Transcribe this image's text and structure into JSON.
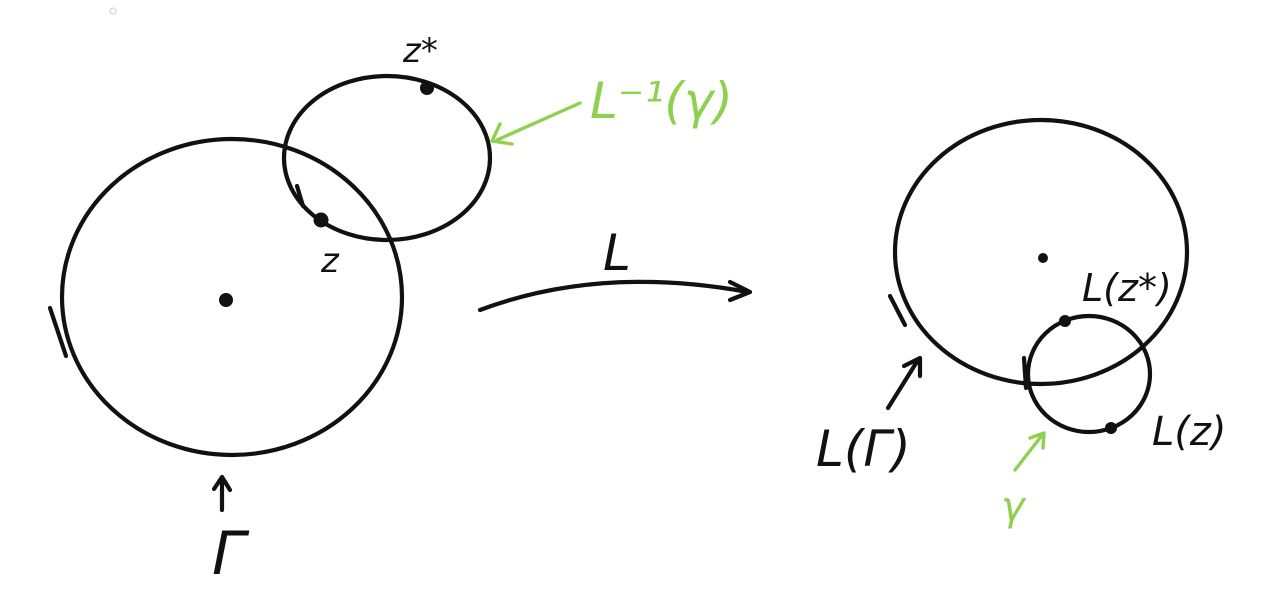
{
  "labels": {
    "z_star": "z*",
    "z": "z",
    "L_inv_gamma": "L⁻¹(γ)",
    "map_L": "L",
    "Gamma": "Γ",
    "L_Gamma": "L(Γ)",
    "L_z_star": "L(z*)",
    "L_z": "L(z)",
    "gamma": "γ"
  },
  "colors": {
    "ink": "#111111",
    "highlight": "#8fd14f"
  }
}
